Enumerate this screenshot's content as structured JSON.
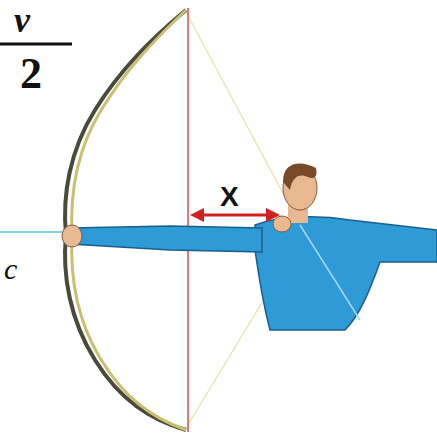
{
  "diagram": {
    "labels": [
      "v",
      "2",
      "X",
      "c"
    ]
  }
}
